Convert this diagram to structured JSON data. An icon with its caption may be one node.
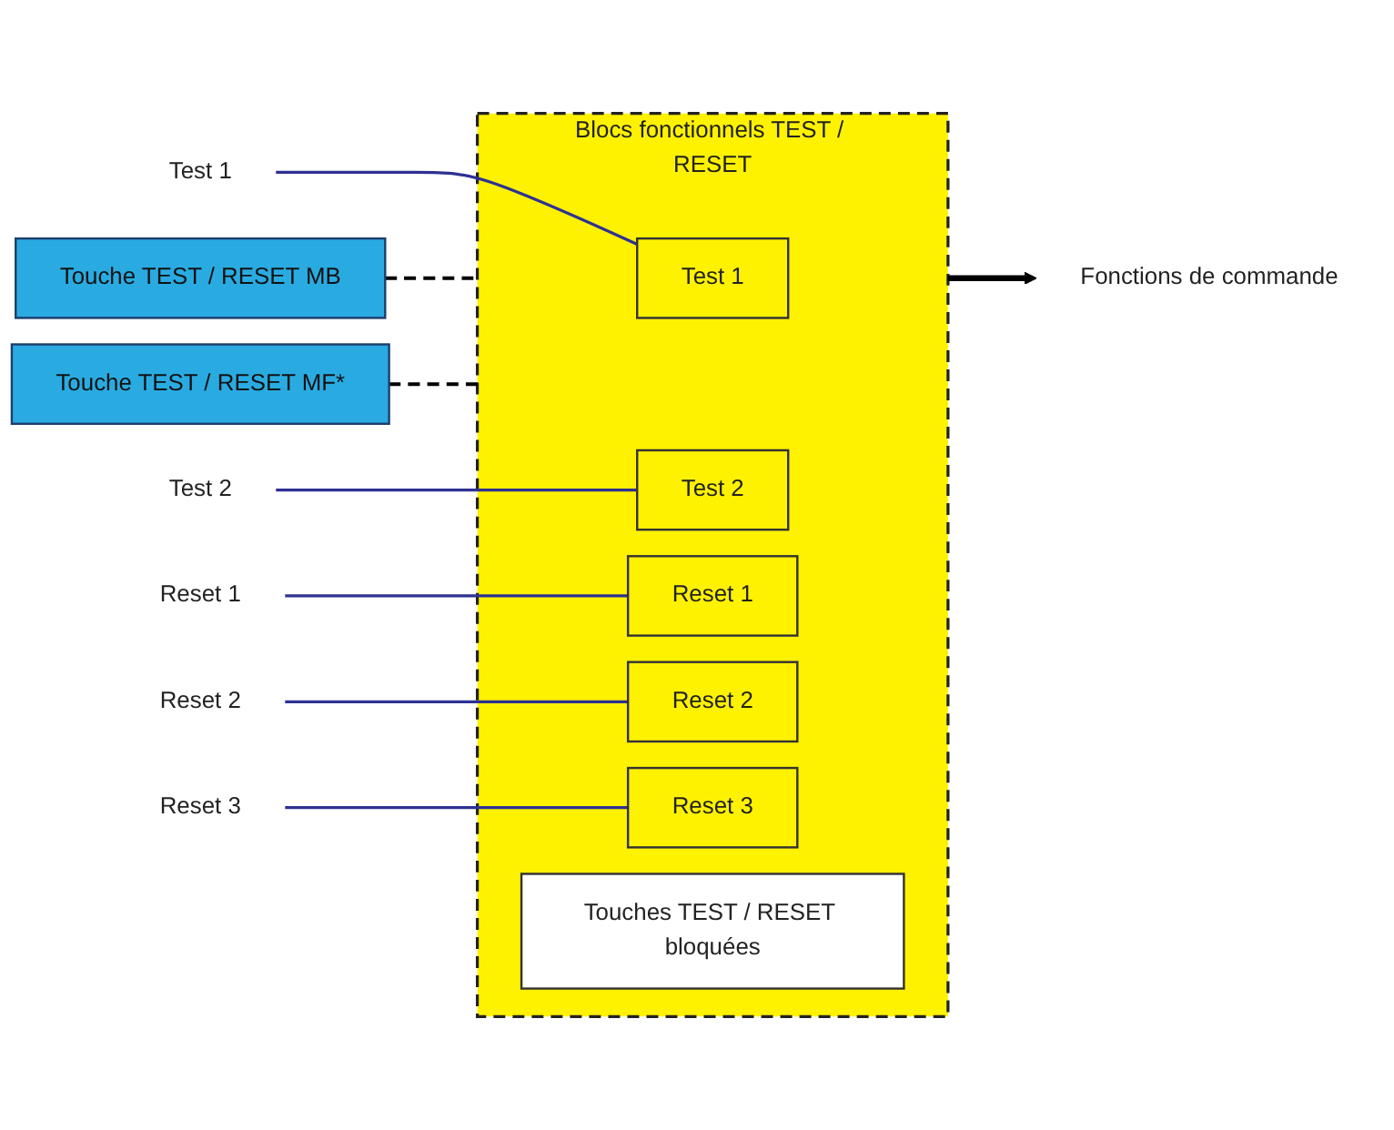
{
  "diagram": {
    "nodes": [
      {
        "text": [
          "Blocs fonctionnels TEST / RESET"
        ]
      },
      {
        "text": [
          "Test 1"
        ],
        "in": 0
      },
      {
        "text": [
          "Test 2"
        ],
        "in": 0
      },
      {
        "text": [
          "Reset 1"
        ],
        "in": 0
      },
      {
        "text": [
          "Reset 2"
        ],
        "in": 0
      },
      {
        "text": [
          "Reset 3"
        ],
        "in": 0
      },
      {
        "text": [
          "Touches TEST / RESET bloquées"
        ],
        "in": 0
      },
      {
        "text": [
          "Test 1"
        ]
      },
      {
        "text": [
          "Test 2"
        ]
      },
      {
        "text": [
          "Reset 1"
        ]
      },
      {
        "text": [
          "Reset 2"
        ]
      },
      {
        "text": [
          "Reset 3"
        ]
      },
      {
        "text": [
          "Touche TEST / RESET  MB"
        ]
      },
      {
        "text": [
          "Touche TEST / RESET MF*"
        ]
      },
      {
        "text": [
          "Fonctions de commande"
        ]
      }
    ],
    "edges": [
      {
        "from": 7,
        "to": 1,
        "arrow": "none"
      },
      {
        "from": 8,
        "to": 2,
        "arrow": "none"
      },
      {
        "from": 9,
        "to": 3,
        "arrow": "none"
      },
      {
        "from": 10,
        "to": 4,
        "arrow": "none"
      },
      {
        "from": 11,
        "to": 5,
        "arrow": "none"
      },
      {
        "from": 12,
        "to": 0,
        "arrow": "none",
        "style": "dashed",
        "color": "#000000"
      },
      {
        "from": 13,
        "to": 0,
        "arrow": "none",
        "style": "dashed",
        "color": "#000000"
      },
      {
        "from": 0,
        "to": 14,
        "arrow": "to",
        "style": "thick",
        "color": "#000000"
      }
    ]
  }
}
